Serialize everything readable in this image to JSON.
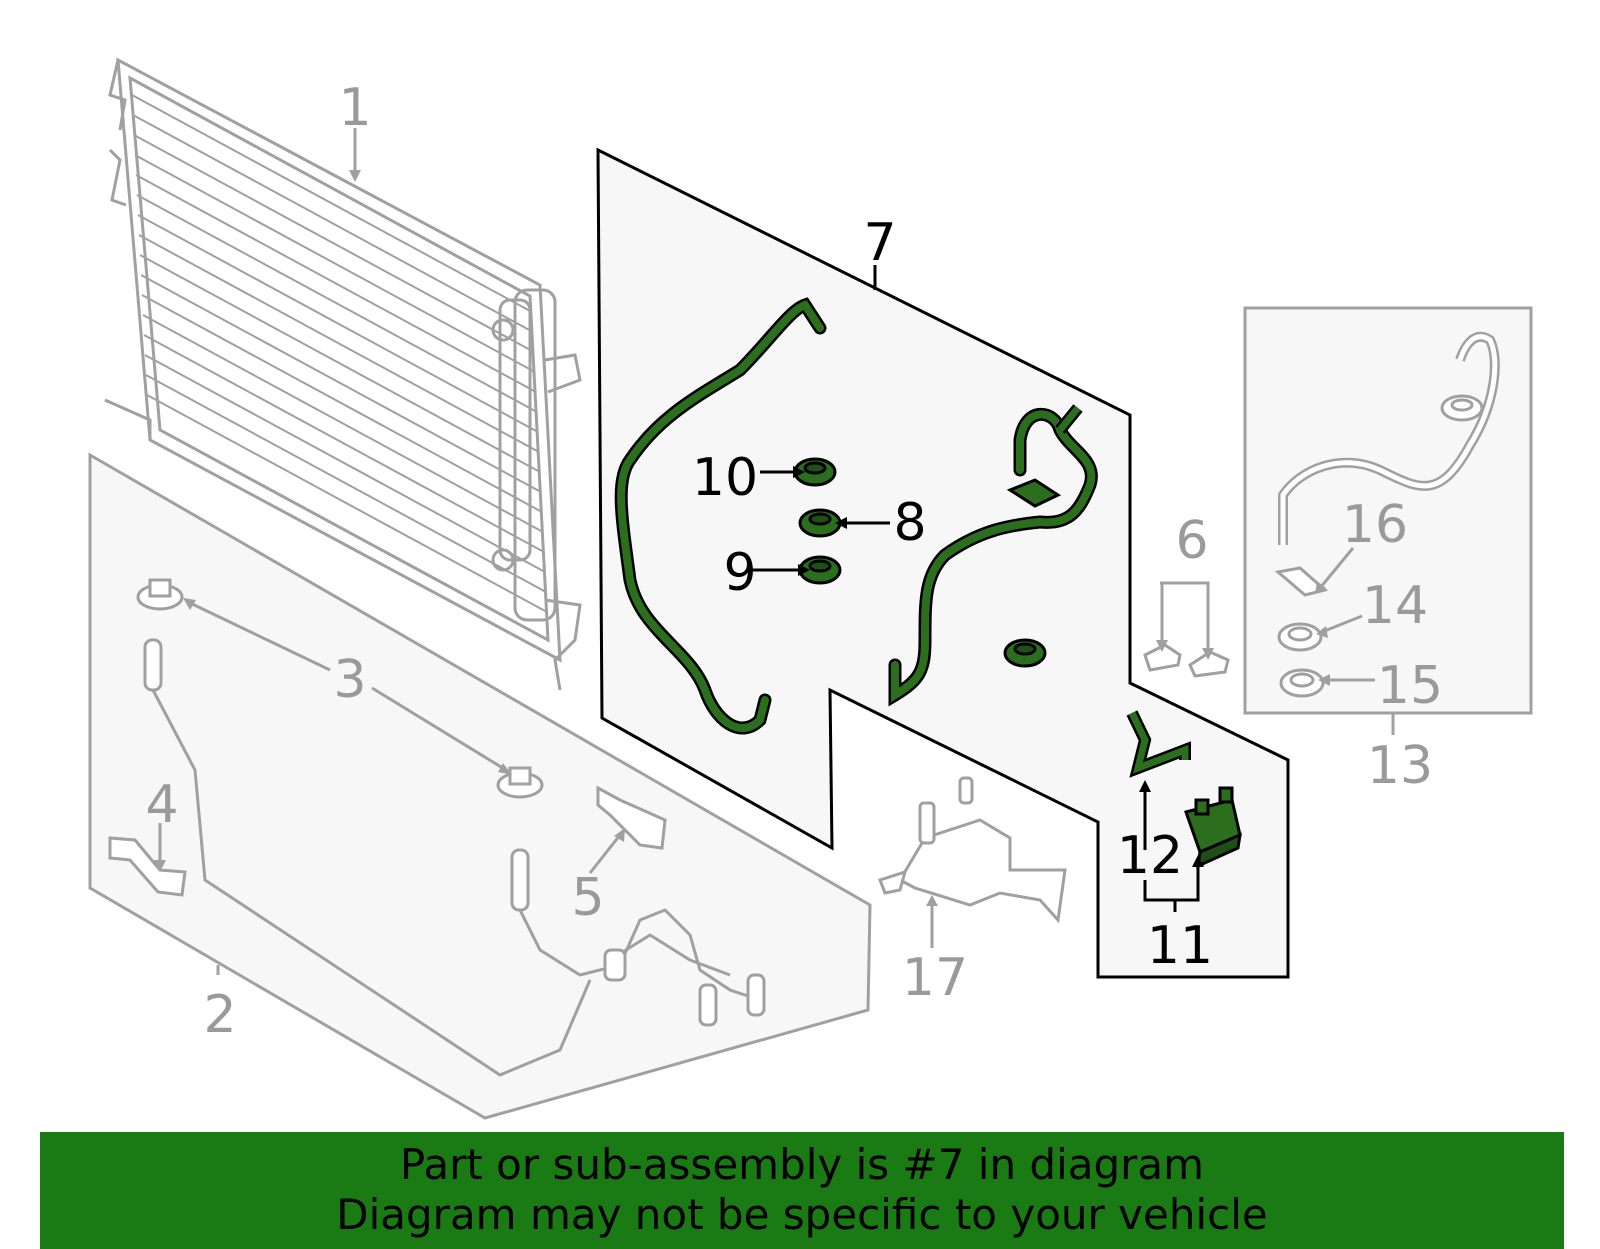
{
  "callouts": {
    "c1": "1",
    "c2": "2",
    "c3": "3",
    "c4": "4",
    "c5": "5",
    "c6": "6",
    "c7": "7",
    "c8": "8",
    "c9": "9",
    "c10": "10",
    "c11": "11",
    "c12": "12",
    "c13": "13",
    "c14": "14",
    "c15": "15",
    "c16": "16",
    "c17": "17"
  },
  "banner": {
    "line1": "Part or sub-assembly is #7 in diagram",
    "line2": "Diagram may not be specific to your vehicle"
  },
  "colors": {
    "highlight": "#1a7a13",
    "part_green": "#2a6e1e",
    "line_gray": "#9a9a9a",
    "panel_fill": "#f7f7f7"
  }
}
